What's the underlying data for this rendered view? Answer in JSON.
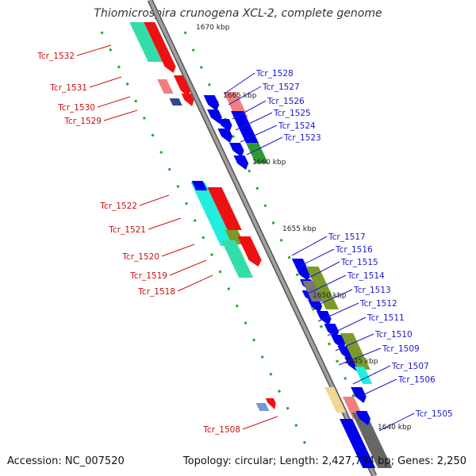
{
  "title": "Thiomicrospira crunogena XCL-2, complete genome",
  "footer": {
    "accession": "Accession: NC_007520",
    "summary": "Topology: circular; Length: 2,427,734 bp; Genes: 2,250"
  },
  "colors": {
    "backbone": "#808080",
    "forward_gene": "#0000ee",
    "reverse_gene": "#ee0000",
    "tick": "#22aa22",
    "forward_label": "#1a1acc",
    "reverse_label": "#cc1111"
  },
  "kbp_ticks": [
    "1670 kbp",
    "1665 kbp",
    "1660 kbp",
    "1655 kbp",
    "1650 kbp",
    "1645 kbp",
    "1640 kbp"
  ],
  "reverse_labels": [
    "Tcr_1532",
    "Tcr_1531",
    "Tcr_1530",
    "Tcr_1529",
    "Tcr_1522",
    "Tcr_1521",
    "Tcr_1520",
    "Tcr_1519",
    "Tcr_1518",
    "Tcr_1508"
  ],
  "forward_labels": [
    "Tcr_1528",
    "Tcr_1527",
    "Tcr_1526",
    "Tcr_1525",
    "Tcr_1524",
    "Tcr_1523",
    "Tcr_1517",
    "Tcr_1516",
    "Tcr_1515",
    "Tcr_1514",
    "Tcr_1513",
    "Tcr_1512",
    "Tcr_1511",
    "Tcr_1510",
    "Tcr_1509",
    "Tcr_1507",
    "Tcr_1506",
    "Tcr_1505"
  ]
}
